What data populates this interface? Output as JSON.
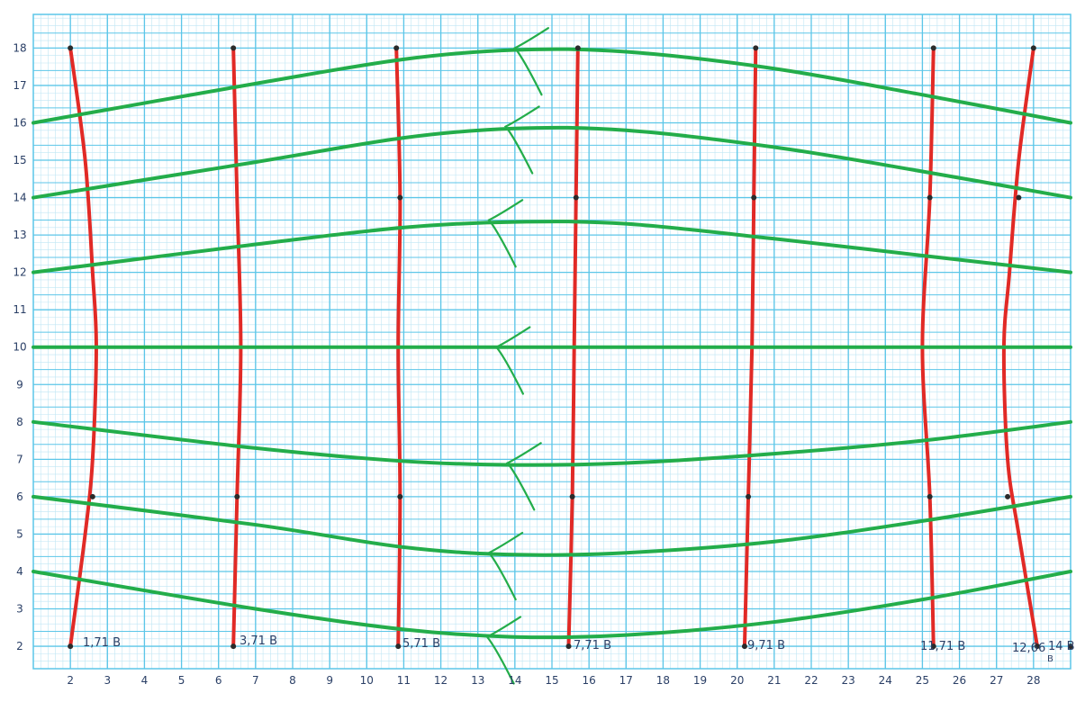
{
  "colors": {
    "paper": "#ffffff",
    "grid_minor": "#bfe6f4",
    "grid_major": "#5cc6e8",
    "red_line": "#e12a26",
    "green_line": "#23ad4a",
    "ink": "#2a3f66",
    "dot": "#2b2b2b"
  },
  "chart_data": {
    "type": "line",
    "xlim": [
      1,
      29
    ],
    "ylim": [
      1.4,
      18.9
    ],
    "x_ticks": [
      "2",
      "3",
      "4",
      "5",
      "6",
      "7",
      "8",
      "9",
      "10",
      "11",
      "12",
      "13",
      "14",
      "15",
      "16",
      "17",
      "18",
      "19",
      "20",
      "21",
      "22",
      "23",
      "24",
      "25",
      "26",
      "27",
      "28"
    ],
    "y_ticks": [
      "2",
      "3",
      "4",
      "5",
      "6",
      "7",
      "8",
      "9",
      "10",
      "11",
      "12",
      "13",
      "14",
      "15",
      "16",
      "17",
      "18"
    ],
    "annotations": [
      "1,71 B",
      "3,71 B",
      "5,71 B",
      "7,71 B",
      "9,71 B",
      "11,71 B",
      "12,66",
      "14 B",
      "B"
    ],
    "red_series": [
      {
        "label": "1,71 B",
        "points": [
          [
            2,
            18
          ],
          [
            2.4,
            15
          ],
          [
            2.6,
            12
          ],
          [
            2.7,
            10
          ],
          [
            2.6,
            7
          ],
          [
            2.4,
            5
          ],
          [
            2,
            2
          ]
        ]
      },
      {
        "label": "3,71 B",
        "points": [
          [
            6.4,
            18
          ],
          [
            6.5,
            14
          ],
          [
            6.6,
            10
          ],
          [
            6.5,
            6
          ],
          [
            6.4,
            2
          ]
        ]
      },
      {
        "label": "5,71 B",
        "points": [
          [
            10.8,
            18
          ],
          [
            10.9,
            14
          ],
          [
            10.85,
            10
          ],
          [
            10.9,
            6
          ],
          [
            10.85,
            2
          ]
        ]
      },
      {
        "label": "7,71 B",
        "points": [
          [
            15.7,
            18
          ],
          [
            15.65,
            14
          ],
          [
            15.6,
            10
          ],
          [
            15.55,
            6
          ],
          [
            15.45,
            2
          ]
        ]
      },
      {
        "label": "9,71 B",
        "points": [
          [
            20.5,
            18
          ],
          [
            20.45,
            14
          ],
          [
            20.4,
            10
          ],
          [
            20.3,
            6
          ],
          [
            20.2,
            2
          ]
        ]
      },
      {
        "label": "11,71 B",
        "points": [
          [
            25.3,
            18
          ],
          [
            25.2,
            14
          ],
          [
            25.0,
            10
          ],
          [
            25.2,
            6
          ],
          [
            25.3,
            2
          ]
        ]
      },
      {
        "label": "12,66",
        "points": [
          [
            28.0,
            18
          ],
          [
            27.6,
            15
          ],
          [
            27.35,
            12
          ],
          [
            27.2,
            10
          ],
          [
            27.3,
            7
          ],
          [
            27.6,
            5
          ],
          [
            28.1,
            2
          ]
        ]
      }
    ],
    "green_series": [
      {
        "points": [
          [
            1,
            16
          ],
          [
            7,
            17.05
          ],
          [
            11,
            17.7
          ],
          [
            14,
            17.95
          ],
          [
            17,
            17.9
          ],
          [
            21,
            17.45
          ],
          [
            25,
            16.75
          ],
          [
            29,
            16
          ]
        ]
      },
      {
        "points": [
          [
            1,
            14
          ],
          [
            7,
            14.95
          ],
          [
            11,
            15.6
          ],
          [
            14,
            15.85
          ],
          [
            17,
            15.8
          ],
          [
            21,
            15.35
          ],
          [
            25,
            14.7
          ],
          [
            29,
            14
          ]
        ]
      },
      {
        "points": [
          [
            1,
            12
          ],
          [
            7,
            12.75
          ],
          [
            11,
            13.2
          ],
          [
            14,
            13.35
          ],
          [
            17,
            13.3
          ],
          [
            21,
            12.9
          ],
          [
            25,
            12.45
          ],
          [
            29,
            12
          ]
        ]
      },
      {
        "points": [
          [
            1,
            10
          ],
          [
            29,
            10
          ]
        ]
      },
      {
        "points": [
          [
            1,
            8
          ],
          [
            7,
            7.3
          ],
          [
            11,
            6.95
          ],
          [
            14,
            6.85
          ],
          [
            17,
            6.9
          ],
          [
            21,
            7.15
          ],
          [
            25,
            7.5
          ],
          [
            29,
            8
          ]
        ]
      },
      {
        "points": [
          [
            1,
            6
          ],
          [
            7,
            5.25
          ],
          [
            11,
            4.65
          ],
          [
            14,
            4.45
          ],
          [
            17,
            4.5
          ],
          [
            21,
            4.8
          ],
          [
            25,
            5.35
          ],
          [
            29,
            6
          ]
        ]
      },
      {
        "points": [
          [
            1,
            4
          ],
          [
            7,
            3.0
          ],
          [
            11,
            2.45
          ],
          [
            14,
            2.25
          ],
          [
            17,
            2.3
          ],
          [
            21,
            2.65
          ],
          [
            25,
            3.25
          ],
          [
            29,
            4
          ]
        ]
      }
    ],
    "arrows": [
      {
        "tip": [
          14.0,
          18.0
        ],
        "size": 0.9
      },
      {
        "tip": [
          13.75,
          15.9
        ],
        "size": 0.9
      },
      {
        "tip": [
          13.3,
          13.4
        ],
        "size": 0.9
      },
      {
        "tip": [
          13.5,
          10.0
        ],
        "size": 0.9
      },
      {
        "tip": [
          13.8,
          6.9
        ],
        "size": 0.9
      },
      {
        "tip": [
          13.3,
          4.5
        ],
        "size": 0.9
      },
      {
        "tip": [
          13.25,
          2.25
        ],
        "size": 0.9
      }
    ],
    "dots": [
      [
        2,
        18
      ],
      [
        6.4,
        18
      ],
      [
        10.8,
        18
      ],
      [
        15.7,
        18
      ],
      [
        20.5,
        18
      ],
      [
        25.3,
        18
      ],
      [
        28,
        18
      ],
      [
        2,
        2
      ],
      [
        6.4,
        2
      ],
      [
        10.85,
        2
      ],
      [
        15.45,
        2
      ],
      [
        20.2,
        2
      ],
      [
        25.3,
        2
      ],
      [
        28.1,
        2
      ],
      [
        29.0,
        2
      ],
      [
        2.6,
        6
      ],
      [
        6.5,
        6
      ],
      [
        10.9,
        6
      ],
      [
        15.55,
        6
      ],
      [
        20.3,
        6
      ],
      [
        25.2,
        6
      ],
      [
        27.3,
        6
      ],
      [
        10.9,
        14
      ],
      [
        15.65,
        14
      ],
      [
        20.45,
        14
      ],
      [
        25.2,
        14
      ],
      [
        27.6,
        14
      ]
    ]
  }
}
